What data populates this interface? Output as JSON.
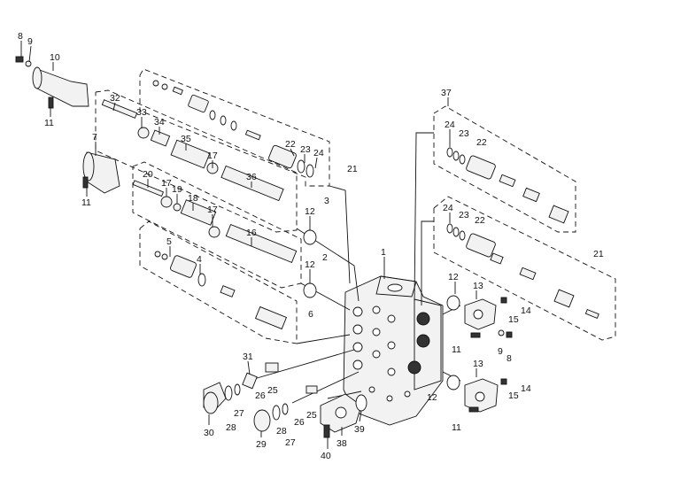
{
  "diagram": {
    "labels": [
      "1",
      "2",
      "3",
      "4",
      "5",
      "6",
      "7",
      "8",
      "9",
      "10",
      "11",
      "12",
      "13",
      "14",
      "15",
      "16",
      "17",
      "18",
      "19",
      "20",
      "21",
      "22",
      "23",
      "24",
      "25",
      "26",
      "27",
      "28",
      "29",
      "30",
      "31",
      "32",
      "33",
      "34",
      "35",
      "36",
      "37",
      "38",
      "39",
      "40"
    ],
    "callouts": [
      {
        "id": "c8a",
        "text": "8"
      },
      {
        "id": "c9a",
        "text": "9"
      },
      {
        "id": "c10",
        "text": "10"
      },
      {
        "id": "c11a",
        "text": "11"
      },
      {
        "id": "c32",
        "text": "32"
      },
      {
        "id": "c33",
        "text": "33"
      },
      {
        "id": "c34",
        "text": "34"
      },
      {
        "id": "c35",
        "text": "35"
      },
      {
        "id": "c7",
        "text": "7"
      },
      {
        "id": "c11b",
        "text": "11"
      },
      {
        "id": "c20",
        "text": "20"
      },
      {
        "id": "c17a",
        "text": "17"
      },
      {
        "id": "c19",
        "text": "19"
      },
      {
        "id": "c18",
        "text": "18"
      },
      {
        "id": "c17b",
        "text": "17"
      },
      {
        "id": "c17c",
        "text": "17"
      },
      {
        "id": "c36",
        "text": "36"
      },
      {
        "id": "c16",
        "text": "16"
      },
      {
        "id": "c5",
        "text": "5"
      },
      {
        "id": "c4",
        "text": "4"
      },
      {
        "id": "c6",
        "text": "6"
      },
      {
        "id": "c22a",
        "text": "22"
      },
      {
        "id": "c23a",
        "text": "23"
      },
      {
        "id": "c24a",
        "text": "24"
      },
      {
        "id": "c21a",
        "text": "21"
      },
      {
        "id": "c3",
        "text": "3"
      },
      {
        "id": "c12a",
        "text": "12"
      },
      {
        "id": "c2",
        "text": "2"
      },
      {
        "id": "c12b",
        "text": "12"
      },
      {
        "id": "c1",
        "text": "1"
      },
      {
        "id": "c37",
        "text": "37"
      },
      {
        "id": "c24b",
        "text": "24"
      },
      {
        "id": "c23b",
        "text": "23"
      },
      {
        "id": "c22b",
        "text": "22"
      },
      {
        "id": "c24c",
        "text": "24"
      },
      {
        "id": "c23c",
        "text": "23"
      },
      {
        "id": "c22c",
        "text": "22"
      },
      {
        "id": "c21b",
        "text": "21"
      },
      {
        "id": "c12c",
        "text": "12"
      },
      {
        "id": "c13a",
        "text": "13"
      },
      {
        "id": "c14a",
        "text": "14"
      },
      {
        "id": "c15a",
        "text": "15"
      },
      {
        "id": "c11c",
        "text": "11"
      },
      {
        "id": "c9b",
        "text": "9"
      },
      {
        "id": "c8b",
        "text": "8"
      },
      {
        "id": "c12d",
        "text": "12"
      },
      {
        "id": "c13b",
        "text": "13"
      },
      {
        "id": "c14b",
        "text": "14"
      },
      {
        "id": "c15b",
        "text": "15"
      },
      {
        "id": "c11d",
        "text": "11"
      },
      {
        "id": "c31",
        "text": "31"
      },
      {
        "id": "c26a",
        "text": "26"
      },
      {
        "id": "c25a",
        "text": "25"
      },
      {
        "id": "c30",
        "text": "30"
      },
      {
        "id": "c28a",
        "text": "28"
      },
      {
        "id": "c27a",
        "text": "27"
      },
      {
        "id": "c29",
        "text": "29"
      },
      {
        "id": "c28b",
        "text": "28"
      },
      {
        "id": "c27b",
        "text": "27"
      },
      {
        "id": "c26b",
        "text": "26"
      },
      {
        "id": "c25b",
        "text": "25"
      },
      {
        "id": "c38",
        "text": "38"
      },
      {
        "id": "c39",
        "text": "39"
      },
      {
        "id": "c40",
        "text": "40"
      }
    ]
  },
  "colors": {
    "line": "#111111",
    "fill": "#f2f2f2",
    "background": "#ffffff"
  }
}
